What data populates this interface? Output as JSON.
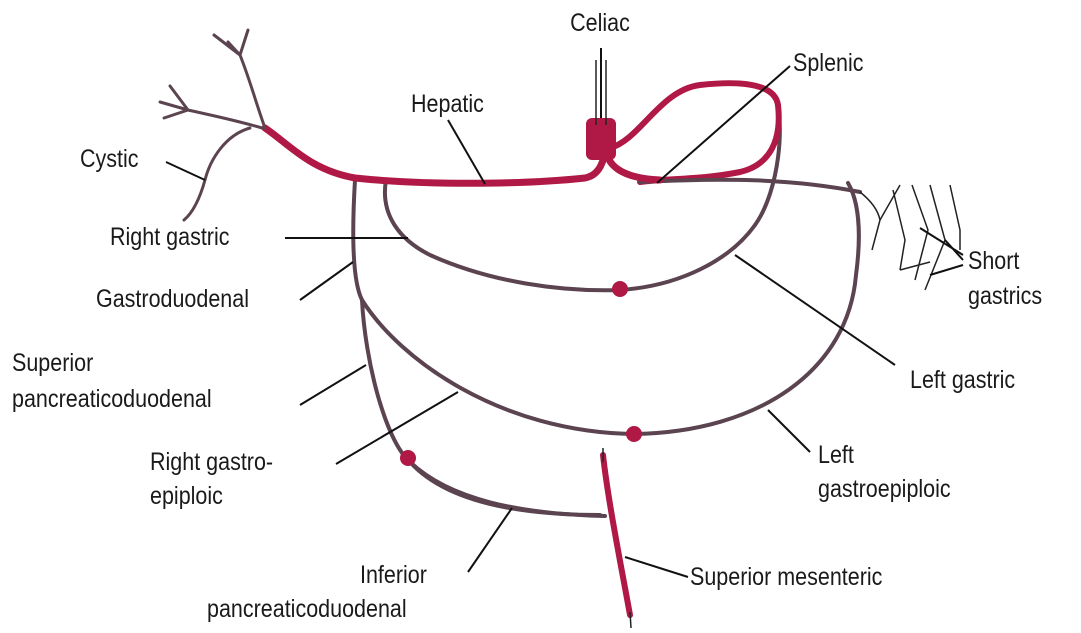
{
  "colors": {
    "main_artery": "#b01845",
    "branch_artery": "#5b4450",
    "text": "#1a1a1a"
  },
  "labels": {
    "celiac": "Celiac",
    "splenic": "Splenic",
    "hepatic": "Hepatic",
    "cystic": "Cystic",
    "right_gastric": "Right gastric",
    "gastroduodenal": "Gastroduodenal",
    "superior_pd_1": "Superior",
    "superior_pd_2": "pancreaticoduodenal",
    "right_ge_1": "Right gastro-",
    "right_ge_2": "epiploic",
    "inferior_pd_1": "Inferior",
    "inferior_pd_2": "pancreaticoduodenal",
    "superior_mesenteric": "Superior mesenteric",
    "left_ge_1": "Left",
    "left_ge_2": "gastroepiploic",
    "left_gastric": "Left gastric",
    "short_gastrics_1": "Short",
    "short_gastrics_2": "gastrics"
  }
}
